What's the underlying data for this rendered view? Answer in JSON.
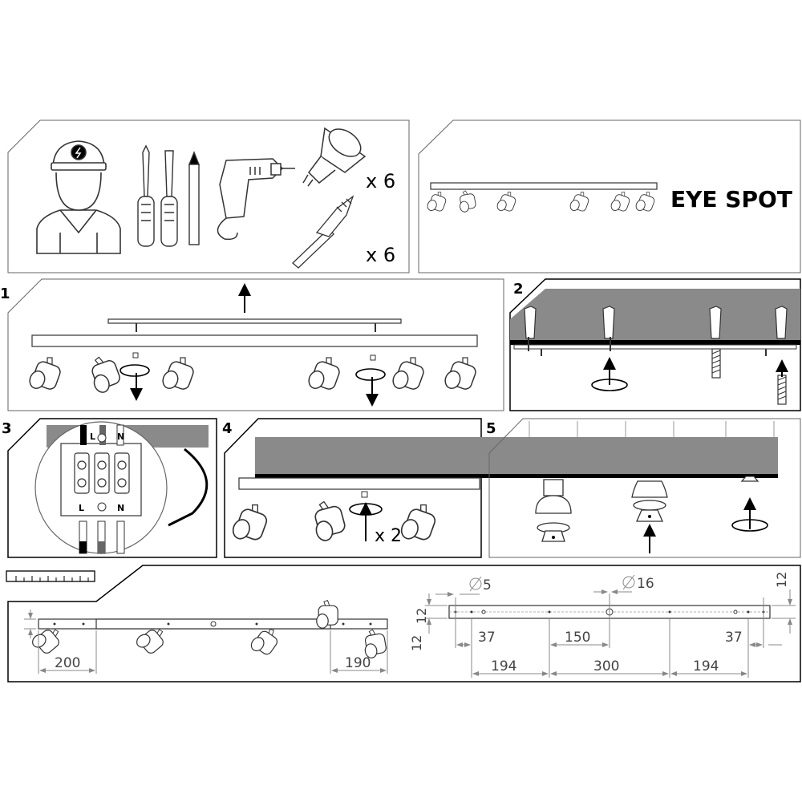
{
  "product": {
    "name": "EYE SPOT"
  },
  "tools": {
    "bulb_qty": "x 6",
    "plug_qty": "x 6"
  },
  "steps": {
    "s1": "1",
    "s2": "2",
    "s3": "3",
    "s4": "4",
    "s5": "5"
  },
  "wiring": {
    "live": "L",
    "neutral": "N"
  },
  "step4": {
    "repeat": "x 2"
  },
  "dims_left": {
    "end_left": "200",
    "end_right": "190",
    "height": "12"
  },
  "dims_right": {
    "hole_small": "5",
    "hole_large": "16",
    "height_right": "12",
    "height_left": "12",
    "edge_left": "37",
    "center_spacing": "150",
    "edge_right": "37",
    "span_left": "194",
    "span_center": "300",
    "span_right": "194"
  }
}
